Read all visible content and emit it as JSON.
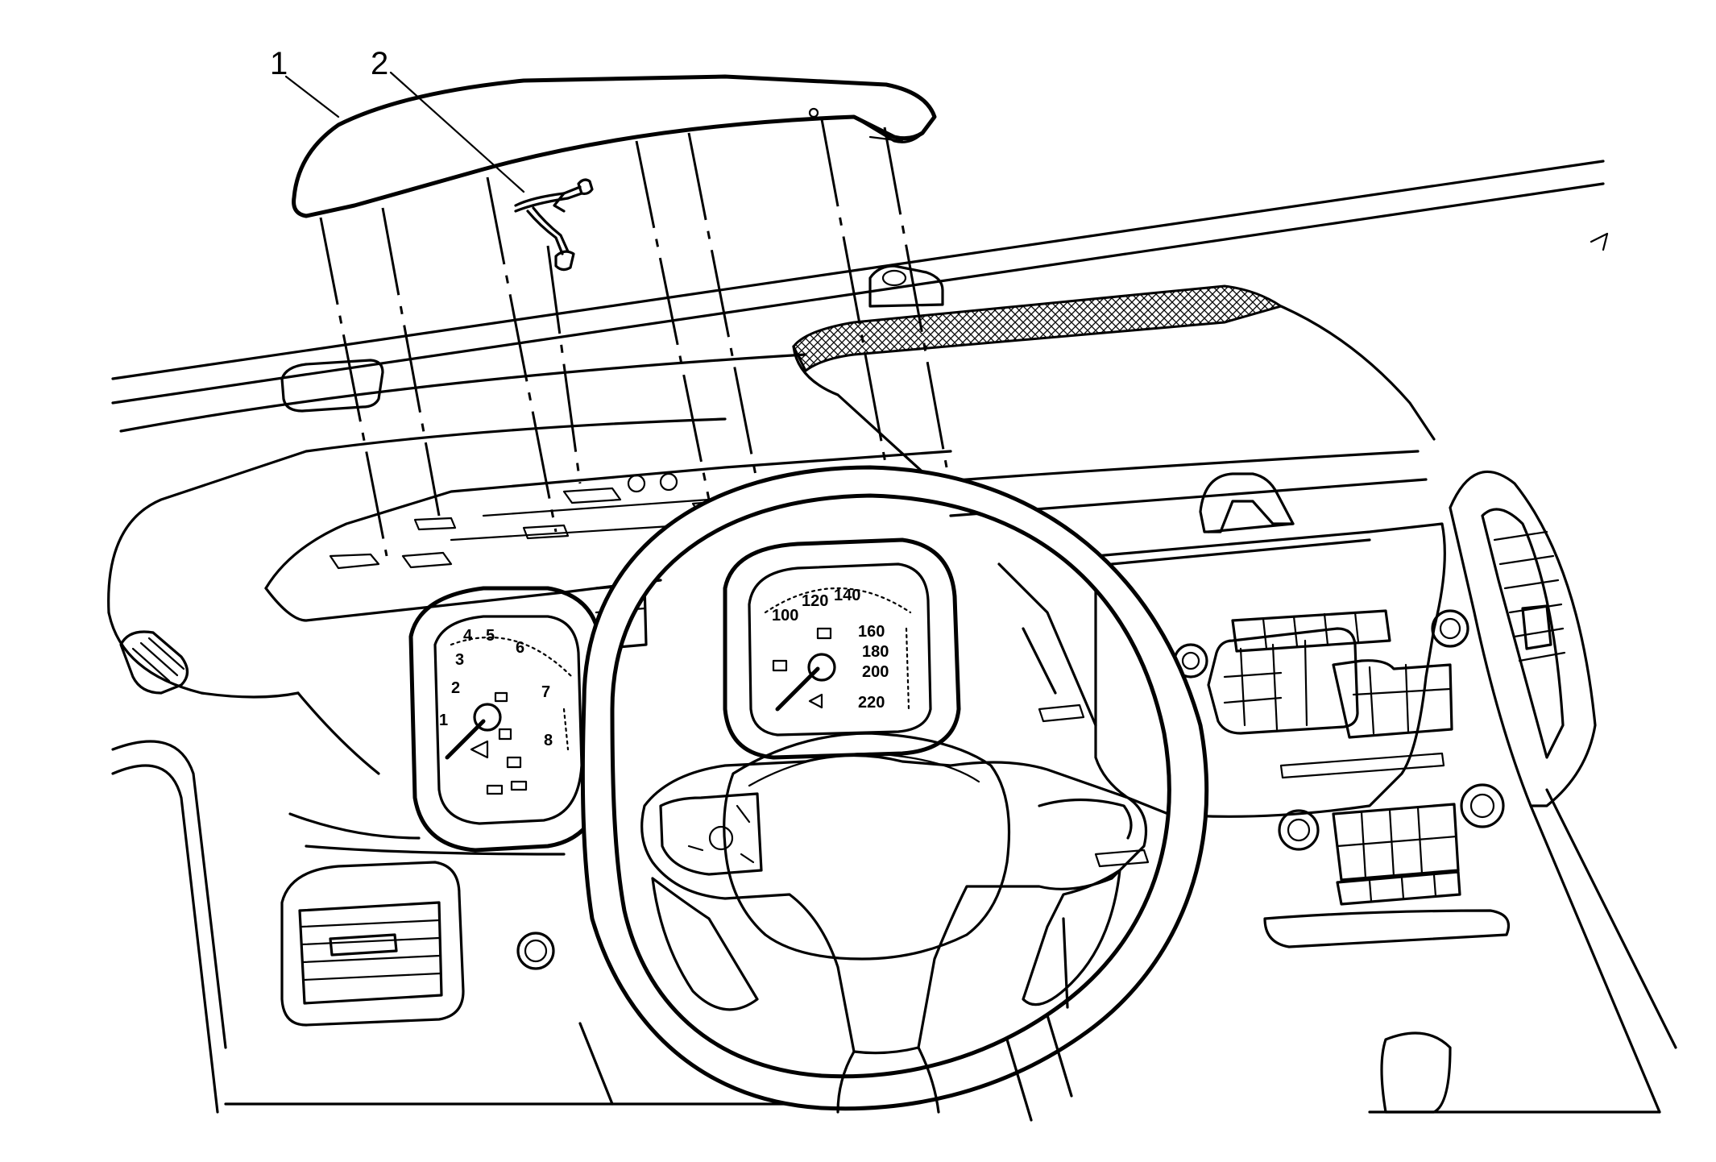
{
  "figure": {
    "callouts": [
      {
        "number": "1",
        "part": "instrument-panel-upper-trim-pad"
      },
      {
        "number": "2",
        "part": "wire-harness-clip"
      }
    ],
    "tachometer_numbers": [
      "1",
      "2",
      "3",
      "4",
      "5",
      "6",
      "7",
      "8"
    ],
    "speedometer_numbers": [
      "100",
      "120",
      "140",
      "160",
      "180",
      "200",
      "220"
    ],
    "icons": [
      "steering-wheel-icon",
      "instrument-cluster-icon",
      "air-vent-icon",
      "radio-control-panel-icon"
    ]
  }
}
